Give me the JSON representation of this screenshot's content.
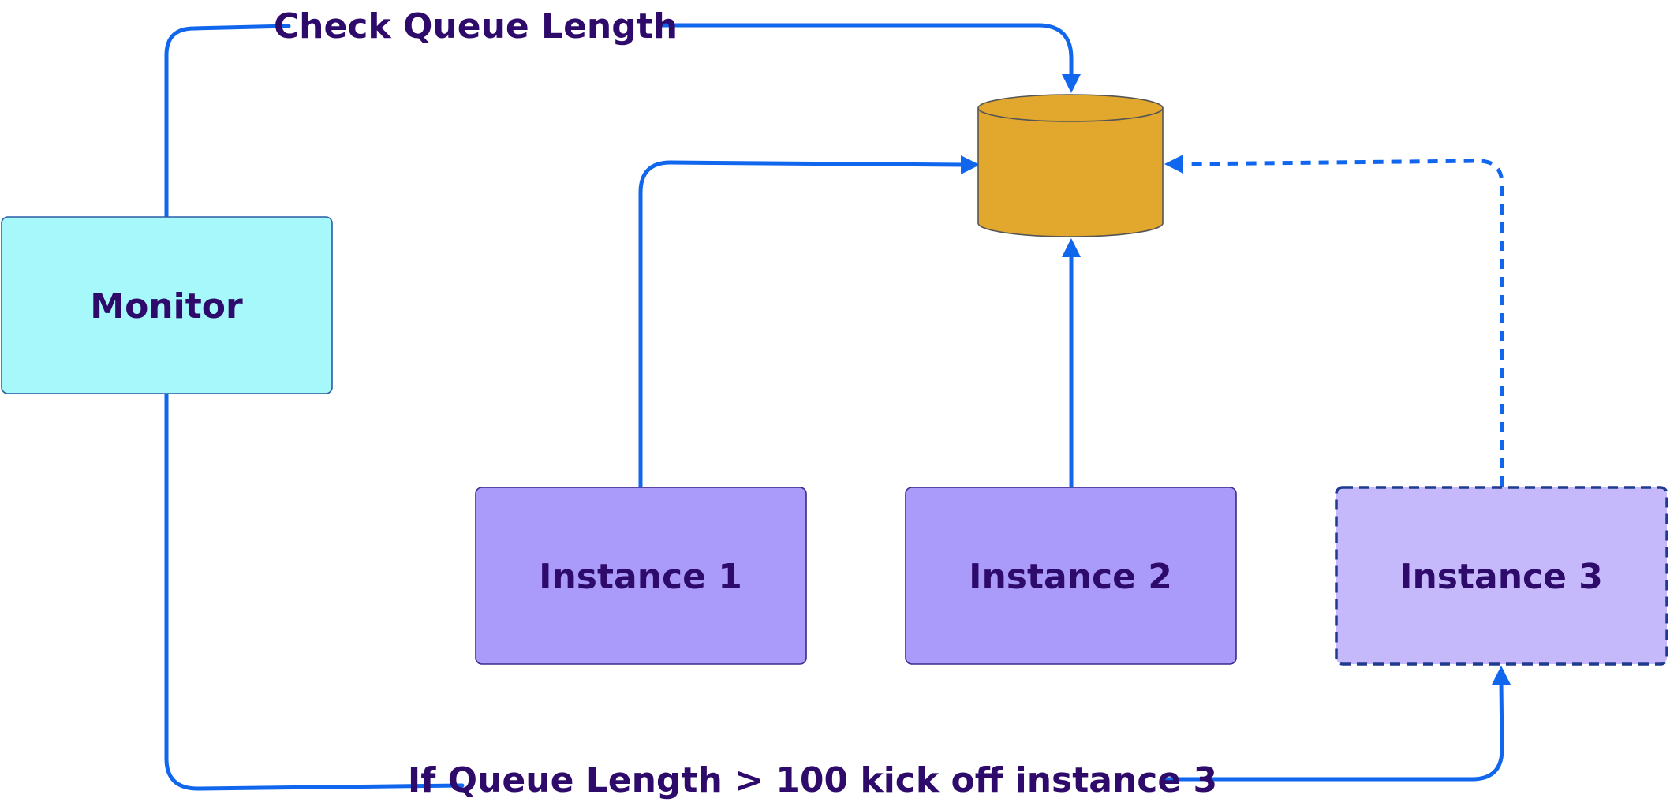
{
  "nodes": {
    "monitor": {
      "label": "Monitor",
      "fill": "#a6f8fa",
      "stroke": "#2a5ca8"
    },
    "instance_1": {
      "label": "Instance 1",
      "fill": "#aa9bfa",
      "stroke": "#3b2a8a"
    },
    "instance_2": {
      "label": "Instance 2",
      "fill": "#aa9bfa",
      "stroke": "#3b2a8a"
    },
    "instance_3": {
      "label": "Instance 3",
      "fill": "#c5b9fb",
      "stroke": "#1f3a8f",
      "border": "dashed"
    },
    "queue": {
      "label": "",
      "shape": "cylinder",
      "fill": "#e2a82e",
      "stroke": "#555555"
    }
  },
  "edges": {
    "check_queue": {
      "label": "Check Queue Length",
      "from": "monitor",
      "to": "queue"
    },
    "scale_out": {
      "label": "If Queue Length > 100 kick off instance 3",
      "from": "monitor",
      "to": "instance_3"
    },
    "instance_1_to_queue": {
      "from": "instance_1",
      "to": "queue"
    },
    "instance_2_to_queue": {
      "from": "instance_2",
      "to": "queue"
    },
    "instance_3_to_queue": {
      "from": "instance_3",
      "to": "queue",
      "style": "dashed"
    }
  },
  "colors": {
    "connector": "#1166ee",
    "label_text": "#2e0b6b"
  }
}
